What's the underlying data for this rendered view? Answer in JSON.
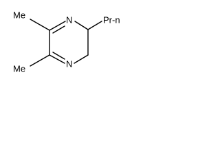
{
  "molecule": {
    "atoms": {
      "n_top": "N",
      "n_bottom": "N",
      "methyl_top": "Me",
      "methyl_bottom": "Me",
      "propyl": "Pr-n"
    },
    "ink_color": "#000000",
    "background_color": "#ffffff"
  }
}
